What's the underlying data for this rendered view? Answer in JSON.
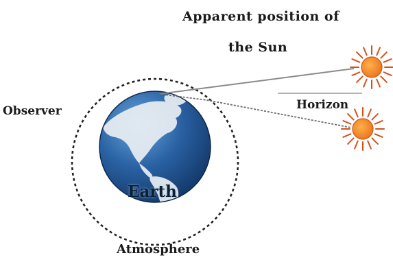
{
  "labels": {
    "apparent_position_line1": "Apparent position of",
    "apparent_position_line2": "the Sun",
    "horizon": "Horizon",
    "observer": "Observer",
    "earth": "Earth",
    "atmosphere": "Atmosphere"
  },
  "colors": {
    "sun_fill": "#f08020",
    "sun_rays": "#d4501a",
    "ocean": "#1e4d86",
    "land": "#e9eef3",
    "atmosphere_ring": "#222222",
    "ray_line": "#8a8a8a"
  },
  "icons": {
    "apparent_sun": "sun-icon",
    "actual_sun": "sun-icon",
    "earth": "globe-icon"
  }
}
